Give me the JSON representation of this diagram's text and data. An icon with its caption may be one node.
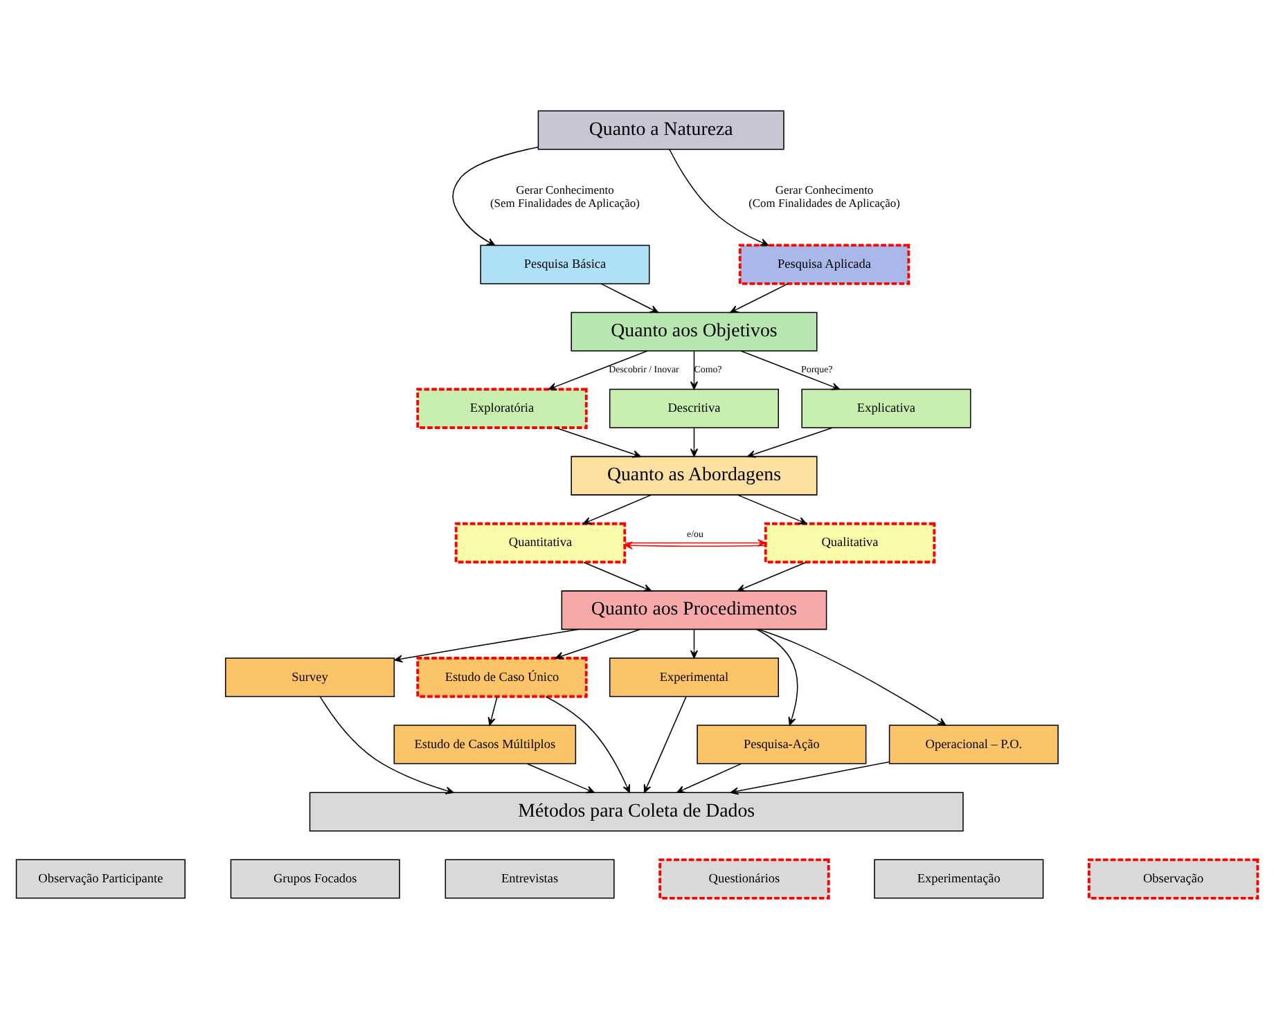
{
  "diagram": {
    "nodes": [
      {
        "text": [
          "Quanto a Natureza"
        ]
      },
      {
        "text": [
          "Pesquisa Básica"
        ],
        "beside": [
          "Gerar Conhecimento",
          "(Sem Finalidades de Aplicação)"
        ]
      },
      {
        "text": [
          "Pesquisa Aplicada"
        ],
        "beside": [
          "Gerar Conhecimento",
          "(Com Finalidades de Aplicação)"
        ]
      },
      {
        "text": [
          "Quanto aos Objetivos"
        ]
      },
      {
        "text": [
          "Exploratória"
        ]
      },
      {
        "text": [
          "Descritiva"
        ]
      },
      {
        "text": [
          "Explicativa"
        ]
      },
      {
        "text": [
          "Quanto as Abordagens"
        ]
      },
      {
        "text": [
          "Quantitativa"
        ]
      },
      {
        "text": [
          "Qualitativa"
        ]
      },
      {
        "text": [
          "Quanto aos Procedimentos"
        ]
      },
      {
        "text": [
          "Survey"
        ]
      },
      {
        "text": [
          "Estudo de Caso Único"
        ]
      },
      {
        "text": [
          "Experimental"
        ]
      },
      {
        "text": [
          "Pesquisa-Ação"
        ]
      },
      {
        "text": [
          "Estudo de Casos Múltilplos"
        ]
      },
      {
        "text": [
          "Operacional – P.O."
        ]
      },
      {
        "text": [
          "Métodos para Coleta de Dados"
        ]
      },
      {
        "text": [
          "Observação Participante"
        ]
      },
      {
        "text": [
          "Grupos Focados"
        ]
      },
      {
        "text": [
          "Entrevistas"
        ]
      },
      {
        "text": [
          "Questionários"
        ]
      },
      {
        "text": [
          "Experimentação"
        ]
      },
      {
        "text": [
          "Observação"
        ]
      }
    ],
    "edges": [
      {
        "from": 0,
        "to": 1,
        "arrow": "to"
      },
      {
        "from": 0,
        "to": 2,
        "arrow": "to"
      },
      {
        "from": 1,
        "to": 3,
        "arrow": "to"
      },
      {
        "from": 2,
        "to": 3,
        "arrow": "to"
      },
      {
        "from": 3,
        "to": 4,
        "arrow": "to",
        "label": "Descobrir / Inovar"
      },
      {
        "from": 3,
        "to": 5,
        "arrow": "to",
        "label": "Como?"
      },
      {
        "from": 3,
        "to": 6,
        "arrow": "to",
        "label": "Porque?"
      },
      {
        "from": 4,
        "to": 7,
        "arrow": "to"
      },
      {
        "from": 5,
        "to": 7,
        "arrow": "to"
      },
      {
        "from": 6,
        "to": 7,
        "arrow": "to"
      },
      {
        "from": 7,
        "to": 8,
        "arrow": "to"
      },
      {
        "from": 7,
        "to": 9,
        "arrow": "to"
      },
      {
        "from": 8,
        "to": 9,
        "arrow": "to",
        "label": "e/ou",
        "color": "#ff0000"
      },
      {
        "from": 9,
        "to": 8,
        "arrow": "to",
        "color": "#ff0000"
      },
      {
        "from": 8,
        "to": 10,
        "arrow": "to"
      },
      {
        "from": 9,
        "to": 10,
        "arrow": "to"
      },
      {
        "from": 10,
        "to": 11,
        "arrow": "to"
      },
      {
        "from": 10,
        "to": 12,
        "arrow": "to"
      },
      {
        "from": 10,
        "to": 13,
        "arrow": "to"
      },
      {
        "from": 10,
        "to": 14,
        "arrow": "to"
      },
      {
        "from": 10,
        "to": 16,
        "arrow": "to"
      },
      {
        "from": 12,
        "to": 15,
        "arrow": "to"
      },
      {
        "from": 11,
        "to": 17,
        "arrow": "to"
      },
      {
        "from": 14,
        "to": 17,
        "arrow": "to"
      },
      {
        "from": 15,
        "to": 17,
        "arrow": "to"
      },
      {
        "from": 12,
        "to": 17,
        "arrow": "to"
      },
      {
        "from": 16,
        "to": 17,
        "arrow": "to"
      },
      {
        "from": 13,
        "to": 17,
        "arrow": "to"
      }
    ]
  }
}
